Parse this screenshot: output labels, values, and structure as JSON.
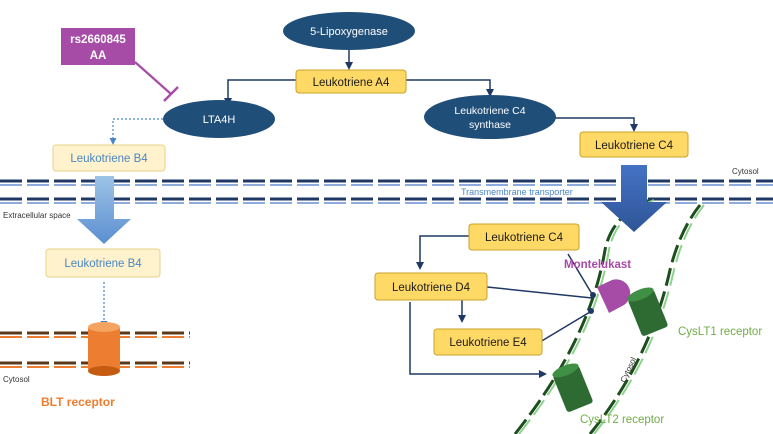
{
  "nodes": {
    "lipoxygenase": "5-Lipoxygenase",
    "snp_line1": "rs2660845",
    "snp_line2": "AA",
    "leukotriene_a4": "Leukotriene A4",
    "lta4h": "LTA4H",
    "ltc4_synthase_line1": "Leukotriene C4",
    "ltc4_synthase_line2": "synthase",
    "leukotriene_c4_top": "Leukotriene C4",
    "leukotriene_b4_top": "Leukotriene B4",
    "leukotriene_b4_bottom": "Leukotriene B4",
    "leukotriene_c4_mid": "Leukotriene C4",
    "leukotriene_d4": "Leukotriene D4",
    "leukotriene_e4": "Leukotriene E4",
    "montelukast": "Montelukast"
  },
  "labels": {
    "cytosol_top": "Cytosol",
    "transmembrane": "Transmembrane transporter",
    "extracellular": "Extracellular space",
    "cytosol_left": "Cytosol",
    "cytosol_right": "Cytosol",
    "blt_receptor": "BLT receptor",
    "cyslt1_receptor": "CysLT1 receptor",
    "cyslt2_receptor": "CysLT2 receptor"
  },
  "colors": {
    "enzyme_fill": "#1f4e79",
    "box_fill": "#ffd966",
    "box_stroke": "#c9a227",
    "faded_box_fill": "#fff2cc",
    "faded_text": "#4a86c5",
    "snp_fill": "#a64ca6",
    "drug_fill": "#a64ca6",
    "receptor_green": "#2e6b32",
    "blt_orange": "#ed7d31",
    "membrane_blue": "#1f3864",
    "arrow_blue": "#4472c4",
    "label_green": "#70ad47",
    "label_orange": "#ed7d31"
  },
  "icons": {
    "inhibition": "tee-arrow",
    "antagonist": "filled-circle-terminal"
  }
}
